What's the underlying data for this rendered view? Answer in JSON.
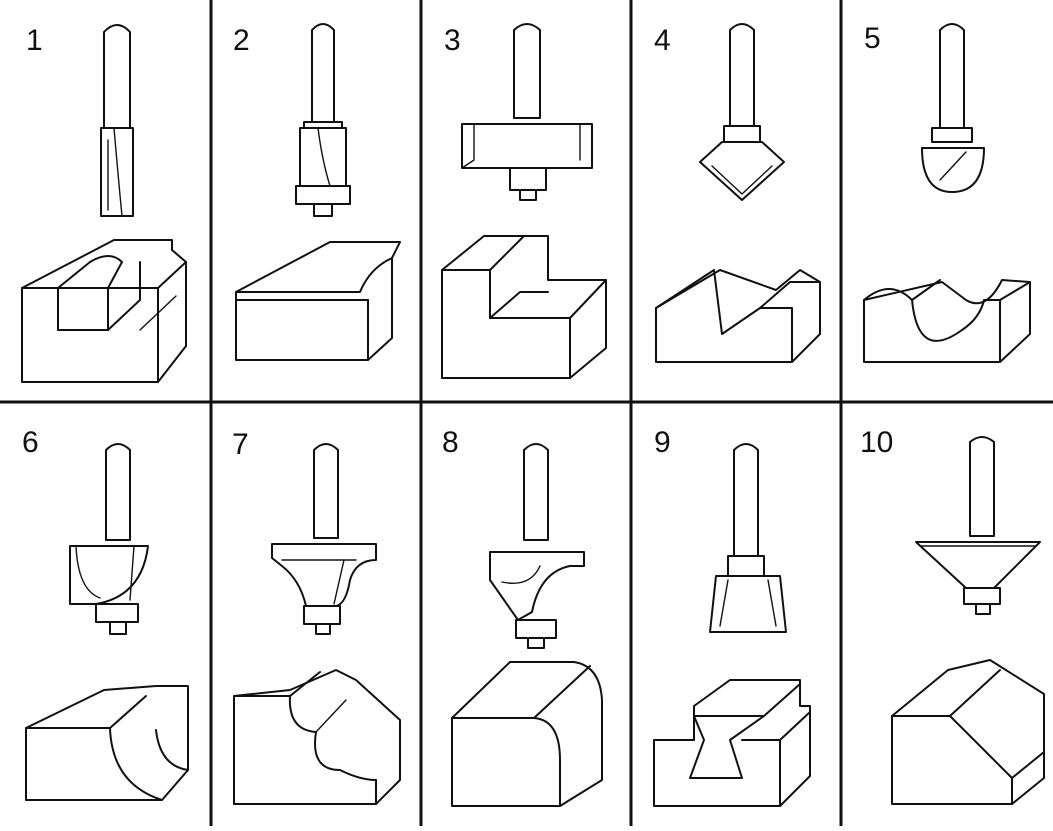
{
  "cells": [
    {
      "number": "1",
      "bit": "straight-bit",
      "profile": "straight-groove"
    },
    {
      "number": "2",
      "bit": "flush-trim-bit",
      "profile": "flush-trim"
    },
    {
      "number": "3",
      "bit": "rabbeting-bit",
      "profile": "rabbet"
    },
    {
      "number": "4",
      "bit": "v-groove-bit",
      "profile": "v-groove"
    },
    {
      "number": "5",
      "bit": "core-box-bit",
      "profile": "core-box"
    },
    {
      "number": "6",
      "bit": "cove-bit",
      "profile": "cove"
    },
    {
      "number": "7",
      "bit": "roman-ogee-bit",
      "profile": "ogee"
    },
    {
      "number": "8",
      "bit": "roundover-bit",
      "profile": "roundover"
    },
    {
      "number": "9",
      "bit": "dovetail-bit",
      "profile": "dovetail"
    },
    {
      "number": "10",
      "bit": "chamfer-bit",
      "profile": "chamfer"
    }
  ]
}
